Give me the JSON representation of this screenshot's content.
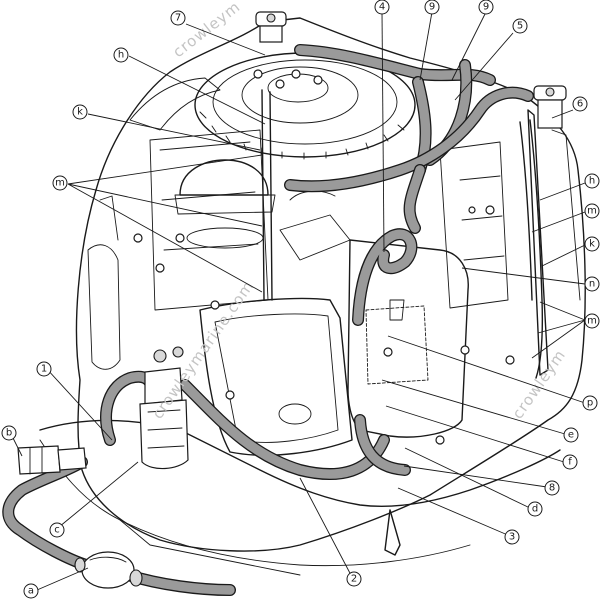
{
  "watermark": {
    "text_top": "crowleym",
    "text_middle": "crowleymarine.com",
    "text_right": "crowleym"
  },
  "callouts": [
    {
      "id": "7",
      "label": "7"
    },
    {
      "id": "4",
      "label": "4"
    },
    {
      "id": "9a",
      "label": "9"
    },
    {
      "id": "9b",
      "label": "9"
    },
    {
      "id": "5",
      "label": "5"
    },
    {
      "id": "6",
      "label": "6"
    },
    {
      "id": "h1",
      "label": "h"
    },
    {
      "id": "k1",
      "label": "k"
    },
    {
      "id": "m1",
      "label": "m"
    },
    {
      "id": "h2",
      "label": "h"
    },
    {
      "id": "m2",
      "label": "m"
    },
    {
      "id": "k2",
      "label": "k"
    },
    {
      "id": "n",
      "label": "n"
    },
    {
      "id": "m3",
      "label": "m"
    },
    {
      "id": "p",
      "label": "p"
    },
    {
      "id": "e",
      "label": "e"
    },
    {
      "id": "f",
      "label": "f"
    },
    {
      "id": "8",
      "label": "8"
    },
    {
      "id": "d",
      "label": "d"
    },
    {
      "id": "3",
      "label": "3"
    },
    {
      "id": "2",
      "label": "2"
    },
    {
      "id": "1",
      "label": "1"
    },
    {
      "id": "b",
      "label": "b"
    },
    {
      "id": "c",
      "label": "c"
    },
    {
      "id": "a",
      "label": "a"
    }
  ]
}
